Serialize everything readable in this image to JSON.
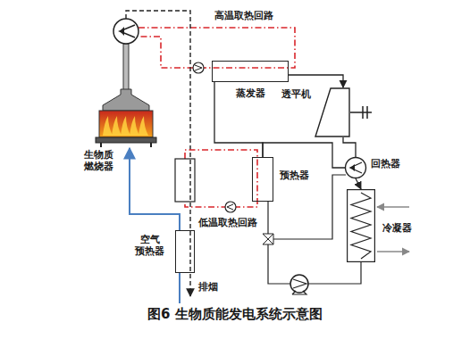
{
  "diagram": {
    "caption": "图6 生物质能发电系统示意图",
    "nodes": [
      {
        "text": [
          "蒸发器"
        ]
      },
      {
        "text": [
          "透平机"
        ]
      },
      {
        "text": [
          "回热器"
        ]
      },
      {
        "text": [
          "冷凝器"
        ]
      },
      {
        "text": [
          "预热器"
        ]
      },
      {
        "text": [
          "生物质 燃烧器"
        ]
      },
      {
        "text": [
          "空气 预热器"
        ]
      }
    ],
    "edges": [
      {
        "from": 0,
        "to": 1,
        "arrow": "to"
      },
      {
        "from": 1,
        "to": 2,
        "arrow": "none"
      },
      {
        "from": 2,
        "to": 3,
        "arrow": "to"
      },
      {
        "from": 2,
        "to": 4,
        "arrow": "none"
      },
      {
        "from": 4,
        "to": 0,
        "arrow": "none"
      },
      {
        "from": 6,
        "to": 5,
        "arrow": "to"
      }
    ],
    "labels": [
      "高温取热回路",
      "低温取热回路",
      "排烟"
    ]
  }
}
